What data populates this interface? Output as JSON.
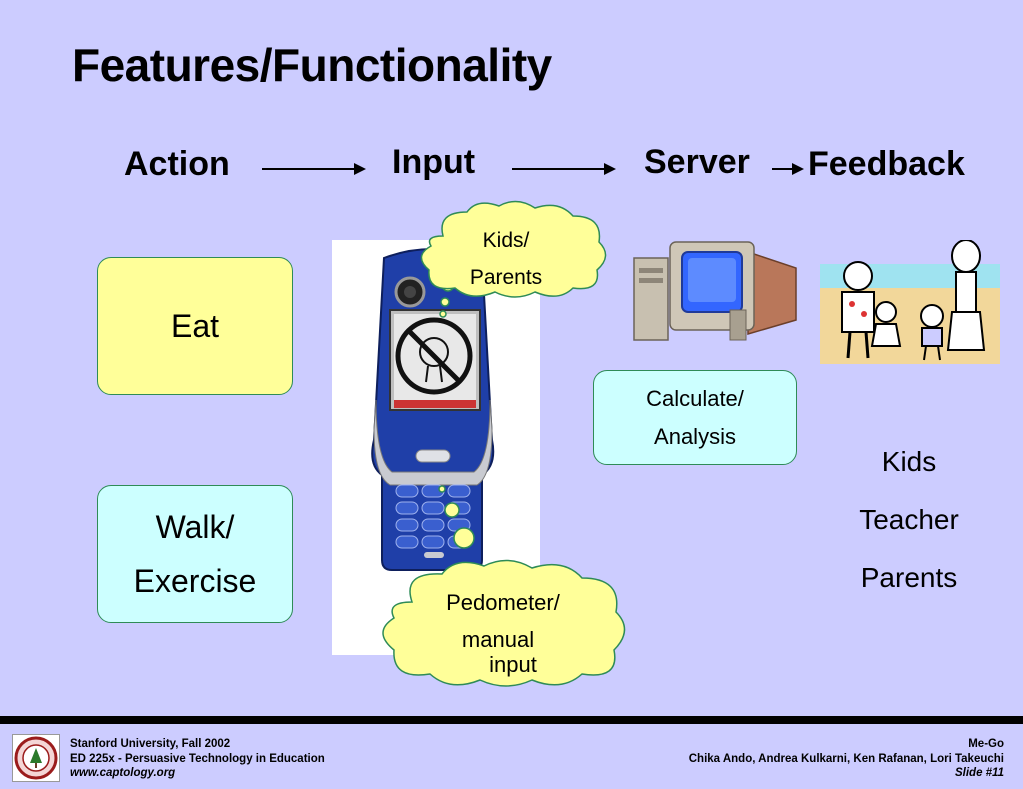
{
  "slide": {
    "title": "Features/Functionality"
  },
  "flow": {
    "action": "Action",
    "input": "Input",
    "server": "Server",
    "feedback": "Feedback"
  },
  "boxes": {
    "eat": "Eat",
    "walk_line1": "Walk/",
    "walk_line2": "Exercise",
    "calc_line1": "Calculate/",
    "calc_line2": "Analysis"
  },
  "clouds": {
    "top_line1": "Kids/",
    "top_line2": "Parents",
    "bottom_line1": "Pedometer/",
    "bottom_line2": "manual",
    "bottom_line3": "input"
  },
  "recipients": [
    "Kids",
    "Teacher",
    "Parents"
  ],
  "footer": {
    "left_line1": "Stanford University, Fall 2002",
    "left_line2": "ED 225x - Persuasive Technology in Education",
    "left_line3": "www.captology.org",
    "right_line1": "Me-Go",
    "right_line2": "Chika Ando, Andrea Kulkarni, Ken Rafanan, Lori Takeuchi",
    "right_line3": "Slide #11"
  },
  "colors": {
    "background": "#ccccff",
    "eat_box": "#ffff99",
    "walk_box": "#ccffff",
    "calc_box": "#ccffff",
    "cloud_fill": "#ffff99",
    "box_border": "#2e8b57"
  }
}
